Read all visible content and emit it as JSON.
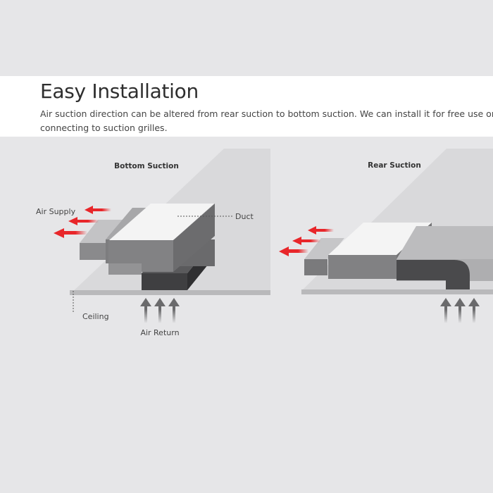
{
  "header": {
    "title": "Easy Installation",
    "description_line1": "Air suction direction can be altered from rear suction to bottom suction. We can install it for free use or fo",
    "description_line2": "connecting to suction grilles."
  },
  "panels": {
    "bottom": {
      "title": "Bottom Suction",
      "air_supply": "Air Supply",
      "duct": "Duct",
      "ceiling": "Ceiling",
      "air_return": "Air Return"
    },
    "rear": {
      "title": "Rear Suction"
    }
  },
  "colors": {
    "arrow_red": "#e8262a",
    "unit_top": "#f4f4f4",
    "unit_side": "#7d7d7f",
    "duct_dark": "#4d4d4f",
    "ceiling": "#b9b9bb"
  }
}
